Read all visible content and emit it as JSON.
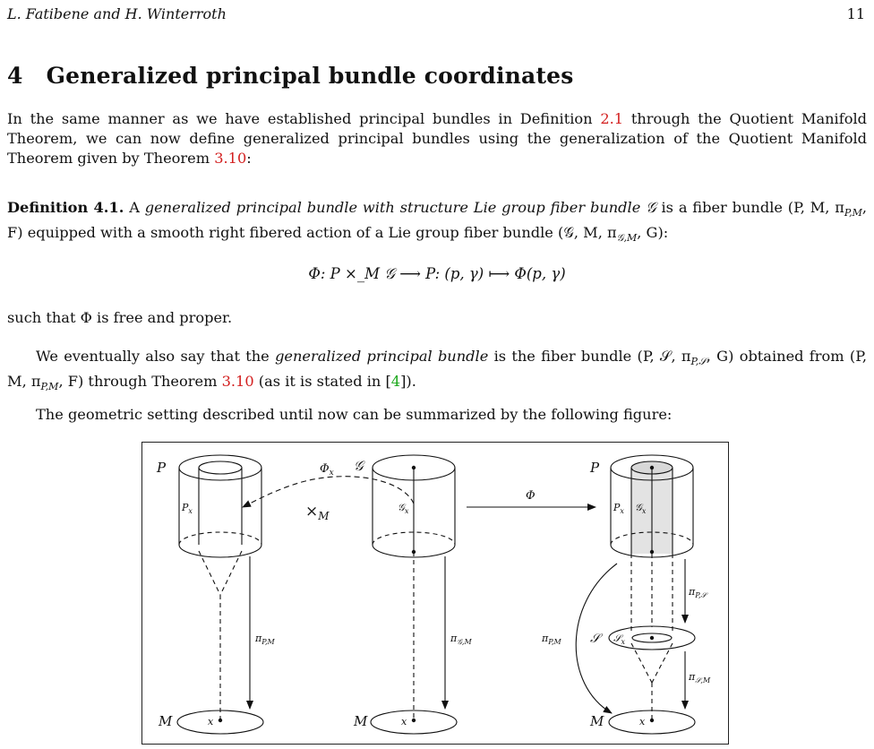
{
  "header": {
    "running_head": "L. Fatibene and H. Winterroth",
    "page_number": "11"
  },
  "section": {
    "number": "4",
    "title": "Generalized principal bundle coordinates"
  },
  "para1": {
    "a": "In the same manner as we have established principal bundles in Definition ",
    "ref1": "2.1",
    "b": " through the Quotient Manifold Theorem, we can now define generalized principal bundles using the generalization of the Quotient Manifold Theorem given by Theorem ",
    "ref2": "3.10",
    "c": ":"
  },
  "definition": {
    "label": "Definition 4.1.",
    "a": " A ",
    "italic": "generalized principal bundle with structure Lie group fiber bundle 𝒢",
    "b": " is a fiber bundle (P, M, π",
    "sub1": "P,M",
    "c": ", F) equipped with a smooth right fibered action of a Lie group fiber bundle (𝒢, M, π",
    "sub2": "𝒢,M",
    "d": ", G):"
  },
  "equation": "Φ: P ×_M 𝒢 ⟶ P: (p, γ) ⟼ Φ(p, γ)",
  "para2": "such that Φ is free and proper.",
  "para3": {
    "a": "We eventually also say that the ",
    "italic": "generalized principal bundle",
    "b": " is the fiber bundle (P, 𝒮, π",
    "sub1": "P,𝒮",
    "c": ", G) obtained from (P, M, π",
    "sub2": "P,M",
    "d": ", F) through Theorem ",
    "ref": "3.10",
    "e": " (as it is stated in [",
    "cite": "4",
    "f": "])."
  },
  "para4": "The geometric setting described until now can be summarized by the following figure:",
  "figure_labels": {
    "P": "P",
    "M": "M",
    "x": "x",
    "G": "𝒢",
    "S": "𝒮",
    "Px": "P",
    "Px_sub": "x",
    "Gx": "𝒢",
    "Gx_sub": "x",
    "Sx": "𝒮",
    "Sx_sub": "x",
    "Phi": "Φ",
    "Phix": "Φ",
    "Phix_sub": "x",
    "timesM": "×",
    "timesM_sub": "M",
    "piPM": "π",
    "piPM_sub": "P,M",
    "piGM": "π",
    "piGM_sub": "𝒢,M",
    "piPS": "π",
    "piPS_sub": "P,𝒮",
    "piSM": "π",
    "piSM_sub": "𝒮,M"
  }
}
